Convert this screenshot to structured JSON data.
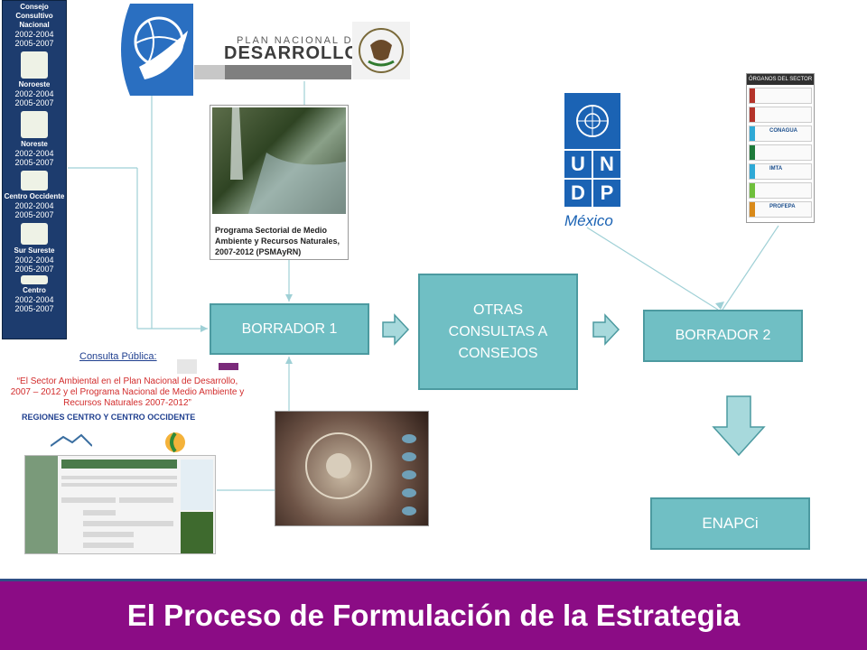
{
  "council": {
    "title": [
      "Consejo",
      "Consultivo",
      "Nacional"
    ],
    "regions": [
      {
        "name": "",
        "years": [
          "2002-2004",
          "2005-2007"
        ]
      },
      {
        "name": "Noroeste",
        "years": [
          "2002-2004",
          "2005-2007"
        ]
      },
      {
        "name": "Noreste",
        "years": [
          "2002-2004",
          "2005-2007"
        ]
      },
      {
        "name": "Centro Occidente",
        "years": [
          "2002-2004",
          "2005-2007"
        ]
      },
      {
        "name": "Sur Sureste",
        "years": [
          "2002-2004",
          "2005-2007"
        ]
      },
      {
        "name": "Centro",
        "years": [
          "2002-2004",
          "2005-2007"
        ]
      }
    ]
  },
  "plan": {
    "top": "PLAN NACIONAL DE",
    "main": "DESARROLLO"
  },
  "psm": {
    "text": "Programa Sectorial de Medio Ambiente y Recursos Naturales, 2007-2012 (PSMAyRN)"
  },
  "consulta": {
    "link": "Consulta Pública:",
    "text": "“El Sector Ambiental en el Plan Nacional de Desarrollo, 2007 – 2012 y el Programa Nacional de Medio Ambiente y Recursos Naturales 2007-2012”",
    "regions": "REGIONES CENTRO Y CENTRO OCCIDENTE"
  },
  "flow": {
    "borrador1": "BORRADOR 1",
    "otras": "OTRAS CONSULTAS A CONSEJOS",
    "borrador2": "BORRADOR 2",
    "enapci": "ENAPCi"
  },
  "undp": {
    "letters": [
      "U",
      "N",
      "D",
      "P"
    ],
    "country": "México"
  },
  "organos": {
    "header": "ÓRGANOS DEL SECTOR",
    "items": [
      {
        "label": "",
        "color": "#b4332a"
      },
      {
        "label": "",
        "color": "#b4332a"
      },
      {
        "label": "CONAGUA",
        "color": "#2fa9d6"
      },
      {
        "label": "",
        "color": "#1d7a3a"
      },
      {
        "label": "IMTA",
        "color": "#2fa9d6"
      },
      {
        "label": "",
        "color": "#6fbf3c"
      },
      {
        "label": "PROFEPA",
        "color": "#d98a1a"
      }
    ]
  },
  "title": "El Proceso de Formulación de la Estrategia",
  "colors": {
    "box": "#70bfc4",
    "title_bar": "#8b0c85",
    "council": "#1d3c6e"
  }
}
